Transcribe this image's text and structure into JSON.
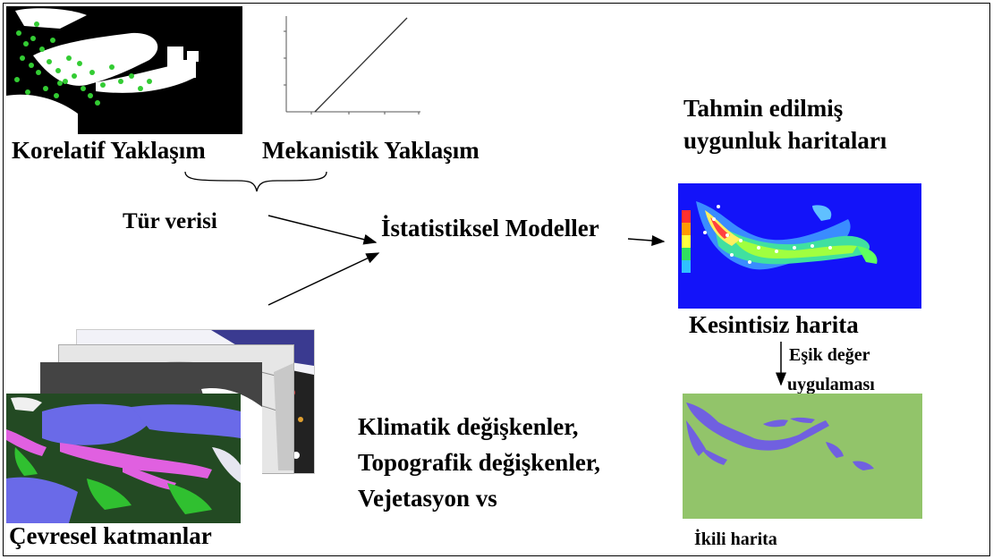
{
  "labels": {
    "korelatif": "Korelatif Yaklaşım",
    "mekanistik": "Mekanistik Yaklaşım",
    "tur_verisi": "Tür verisi",
    "istatistiksel": "İstatistiksel Modeller",
    "tahmin_line1": "Tahmin edilmiş",
    "tahmin_line2": "uygunluk haritaları",
    "kesintisiz": "Kesintisiz harita",
    "esik_line1": "Eşik değer",
    "esik_line2": "uygulaması",
    "klimatik": "Klimatik değişkenler,",
    "topografik": "Topografik değişkenler,",
    "vejetasyon": "Vejetasyon vs",
    "cevresel": "Çevresel katmanlar",
    "ikili": "İkili harita"
  },
  "colors": {
    "border": "#000000",
    "map_black": "#000000",
    "occurrence_green": "#33cc33",
    "continuous_blue": "#1a1aff",
    "binary_green": "#92c46a",
    "binary_purple": "#7060e0",
    "layer_magenta": "#e060e0",
    "layer_blue": "#6a6ae8"
  }
}
